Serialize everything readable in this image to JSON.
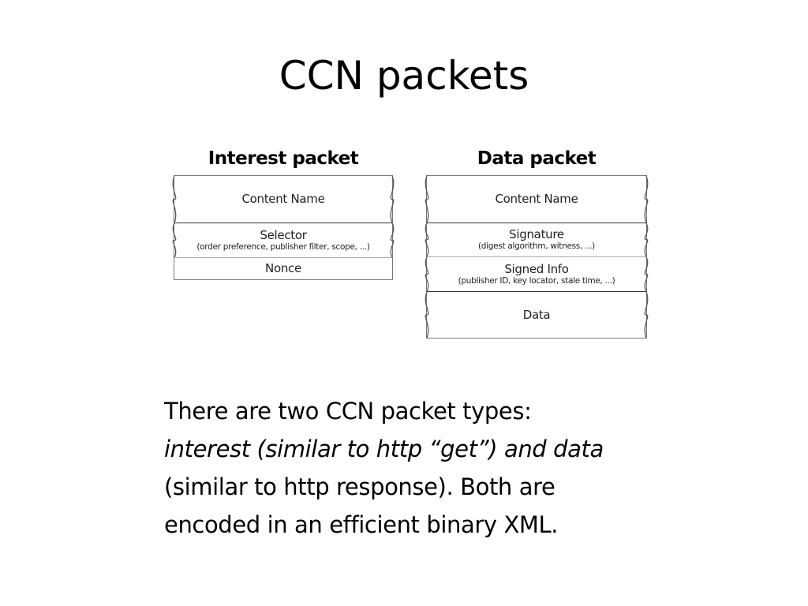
{
  "slide": {
    "title": "CCN packets"
  },
  "interest_packet": {
    "title": "Interest packet",
    "fields": [
      {
        "label": "Content Name",
        "sub": ""
      },
      {
        "label": "Selector",
        "sub": "(order preference, publisher filter, scope, ...)"
      },
      {
        "label": "Nonce",
        "sub": ""
      }
    ]
  },
  "data_packet": {
    "title": "Data packet",
    "fields": [
      {
        "label": "Content Name",
        "sub": ""
      },
      {
        "label": "Signature",
        "sub": "(digest algorithm, witness, ...)"
      },
      {
        "label": "Signed Info",
        "sub": "(publisher ID, key locator, stale time, ...)"
      },
      {
        "label": "Data",
        "sub": ""
      }
    ]
  },
  "explanation": {
    "line1": "There are two CCN packet types:",
    "line2_italic": "interest (similar to http “get”) and data",
    "line3": "(similar to http response). Both are",
    "line4": "encoded in an efficient binary XML."
  }
}
